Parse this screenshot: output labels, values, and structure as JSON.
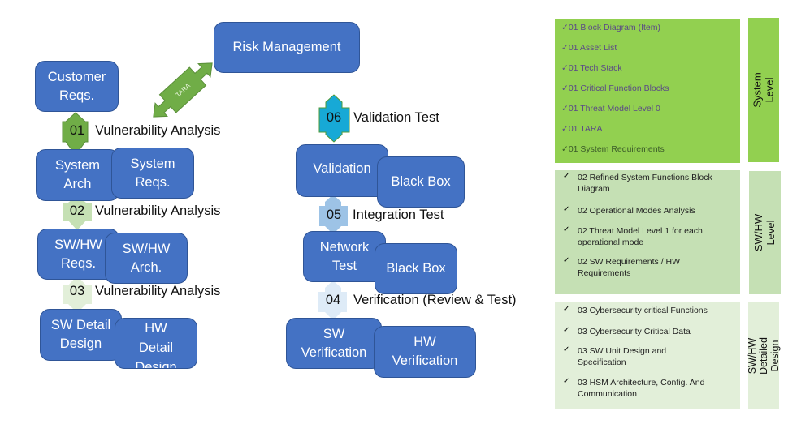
{
  "colors": {
    "box_blue": "#4472c4",
    "arrow_01": "#70ad47",
    "arrow_02": "#c5e0b4",
    "arrow_03": "#e2efd9",
    "arrow_06": "#17a9d6",
    "arrow_05": "#9dc3e6",
    "arrow_04": "#deebf7",
    "panel_system": "#92d050",
    "panel_swhw": "#c5e0b4",
    "panel_detail": "#e2efd9"
  },
  "boxes": {
    "risk_management": "Risk Management",
    "customer_reqs": "Customer\nReqs.",
    "system_arch": "System\nArch",
    "system_reqs": "System\nReqs.",
    "swhw_reqs": "SW/HW\nReqs.",
    "swhw_arch": "SW/HW\nArch.",
    "sw_detail_design": "SW Detail\nDesign",
    "hw_detail_design": "HW\nDetail\nDesign",
    "validation": "Validation",
    "black_box_1": "Black Box",
    "network_test": "Network\nTest",
    "black_box_2": "Black Box",
    "sw_verification": "SW\nVerification",
    "hw_verification": "HW\nVerification"
  },
  "tara_label": "TARA",
  "steps": [
    {
      "num": "01",
      "label": "Vulnerability Analysis"
    },
    {
      "num": "02",
      "label": "Vulnerability Analysis"
    },
    {
      "num": "03",
      "label": "Vulnerability Analysis"
    },
    {
      "num": "06",
      "label": "Validation Test"
    },
    {
      "num": "05",
      "label": "Integration Test"
    },
    {
      "num": "04",
      "label": "Verification (Review & Test)"
    }
  ],
  "panels": [
    {
      "side_label": "System Level",
      "items": [
        "01 Block Diagram (Item)",
        "01 Asset List",
        "01 Tech Stack",
        "01 Critical Function Blocks",
        "01 Threat Model Level 0",
        "01 TARA",
        "01 System Requirements"
      ]
    },
    {
      "side_label": "SW/HW Level",
      "items": [
        "02 Refined System Functions Block Diagram",
        "02 Operational Modes Analysis",
        "02 Threat Model Level 1 for each operational mode",
        "02 SW Requirements / HW Requirements"
      ]
    },
    {
      "side_label": "SW/HW Detailed\nDesign",
      "items": [
        "03 Cybersecurity critical Functions",
        "03 Cybersecurity Critical Data",
        "03 SW Unit Design and Specification",
        "03 HSM Architecture, Config. And Communication"
      ]
    }
  ],
  "check_glyph": "✓"
}
